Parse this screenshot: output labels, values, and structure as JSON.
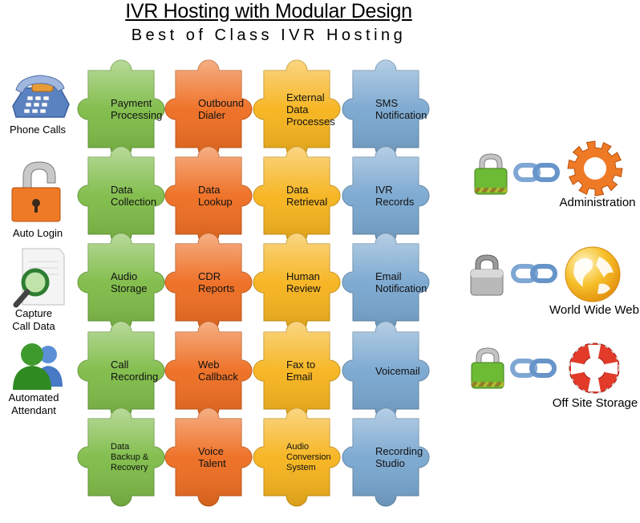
{
  "header": {
    "title": "IVR Hosting with Modular Design",
    "subtitle": "Best of Class IVR Hosting"
  },
  "left_items": [
    {
      "label": "Phone Calls",
      "icon": "phone-icon"
    },
    {
      "label": "Auto Login",
      "icon": "padlock-open-icon"
    },
    {
      "label": "Capture\nCall Data",
      "icon": "magnifier-document-icon"
    },
    {
      "label": "Automated\nAttendant",
      "icon": "users-icon"
    }
  ],
  "puzzle_columns": [
    {
      "color": "#7dbb46",
      "pieces": [
        "Payment\nProcessing",
        "Data\nCollection",
        "Audio\nStorage",
        "Call\nRecording",
        "Data\nBackup &\nRecovery"
      ]
    },
    {
      "color": "#ee6c1f",
      "pieces": [
        "Outbound\nDialer",
        "Data\nLookup",
        "CDR\nReports",
        "Web\nCallback",
        "Voice\nTalent"
      ]
    },
    {
      "color": "#f6b31b",
      "pieces": [
        "External\nData\nProcesses",
        "Data\nRetrieval",
        "Human\nReview",
        "Fax to\nEmail",
        "Audio\nConversion\nSystem"
      ]
    },
    {
      "color": "#78a6cf",
      "pieces": [
        "SMS\nNotification",
        "IVR\nRecords",
        "Email\nNotification",
        "Voicemail",
        "Recording\nStudio"
      ]
    }
  ],
  "right_items": [
    {
      "label": "Administration",
      "lock_color": "#6dba35",
      "icon": "gear-icon"
    },
    {
      "label": "World Wide Web",
      "lock_color": "#b9b9b9",
      "icon": "globe-icon"
    },
    {
      "label": "Off Site Storage",
      "lock_color": "#6dba35",
      "icon": "life-ring-icon"
    }
  ]
}
